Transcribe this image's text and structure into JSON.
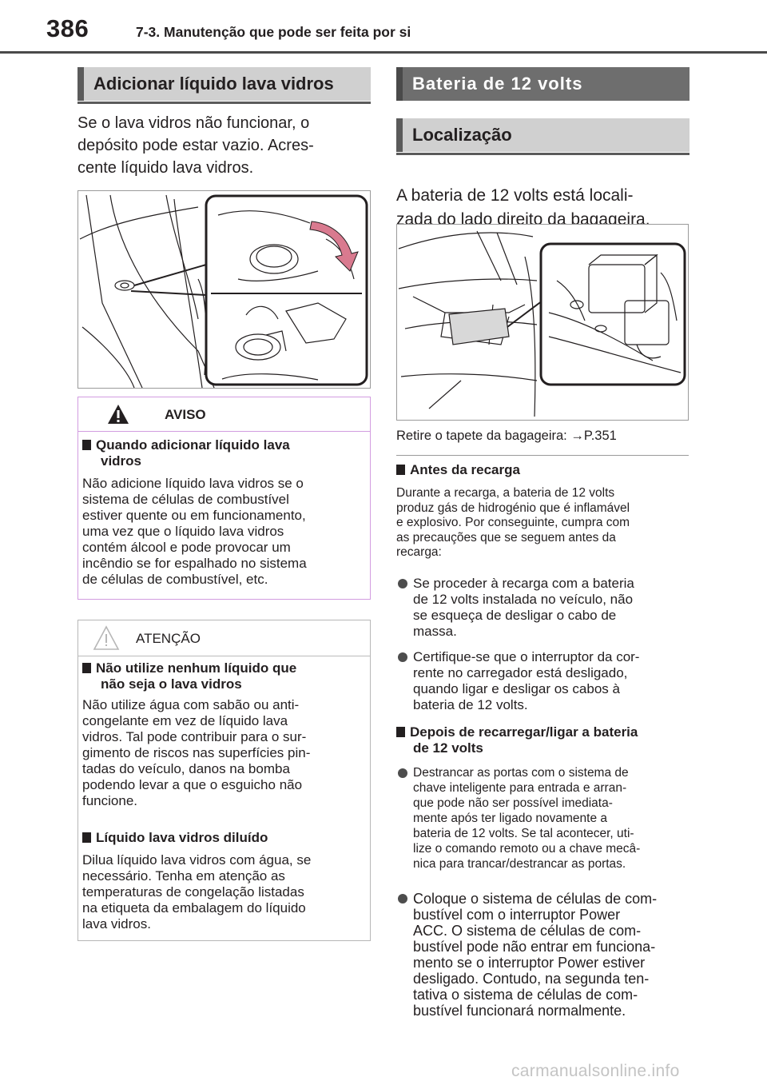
{
  "header": {
    "page_number": "386",
    "chapter_title": "7-3. Manutenção que pode ser feita por si"
  },
  "left": {
    "section_title": "Adicionar líquido lava vidros",
    "intro_lines": [
      "Se o lava vidros não funcionar, o",
      "depósito pode estar vazio. Acres-",
      "cente líquido lava vidros."
    ],
    "warning": {
      "title": "AVISO",
      "subtitle_lines": [
        "Quando adicionar líquido lava",
        "vidros"
      ],
      "text_lines": [
        "Não adicione líquido lava vidros se o",
        "sistema de células de combustível",
        "estiver quente ou em funcionamento,",
        "uma vez que o líquido lava vidros",
        "contém álcool e pode provocar um",
        "incêndio se for espalhado no sistema",
        "de células de combustível, etc."
      ]
    },
    "caution": {
      "title": "ATENÇÃO",
      "items": [
        {
          "subtitle_lines": [
            "Não utilize nenhum líquido que",
            "não seja o lava vidros"
          ],
          "text_lines": [
            "Não utilize água com sabão ou anti-",
            "congelante em vez de líquido lava",
            "vidros. Tal pode contribuir para o sur-",
            "gimento de riscos nas superfícies pin-",
            "tadas do veículo, danos na bomba",
            "podendo levar a que o esguicho não",
            "funcione."
          ]
        },
        {
          "subtitle_lines": [
            "Líquido lava vidros diluído"
          ],
          "text_lines": [
            "Dilua líquido lava vidros com água, se",
            "necessário. Tenha em atenção as",
            "temperaturas de congelação listadas",
            "na etiqueta da embalagem do líquido",
            "lava vidros."
          ]
        }
      ]
    }
  },
  "right": {
    "section_title": "Bateria de 12 volts",
    "subsection_title": "Localização",
    "intro_lines": [
      "A bateria de 12 volts está locali-",
      "zada do lado direito da bagageira."
    ],
    "figure_caption": "Retire o tapete da bagageira: →P.351",
    "before_charge": {
      "heading": "Antes da recarga",
      "text_lines": [
        "Durante a recarga, a bateria de 12 volts",
        "produz gás de hidrogénio que é inflamável",
        "e explosivo. Por conseguinte, cumpra com",
        "as precauções que se seguem antes da",
        "recarga:"
      ],
      "bullets": [
        [
          "Se proceder à recarga com a bateria",
          "de 12 volts instalada no veículo, não",
          "se esqueça de desligar o cabo de",
          "massa."
        ],
        [
          "Certifique-se que o interruptor da cor-",
          "rente no carregador está desligado,",
          "quando ligar e desligar os cabos à",
          "bateria de 12 volts."
        ]
      ]
    },
    "after_charge": {
      "heading_lines": [
        "Depois de recarregar/ligar a bateria",
        "de 12 volts"
      ],
      "bullet_small": [
        "Destrancar as portas com o sistema de",
        "chave inteligente para entrada e arran-",
        "que pode não ser possível imediata-",
        "mente após ter ligado novamente a",
        "bateria de 12 volts. Se tal acontecer, uti-",
        "lize o comando remoto ou a chave mecâ-",
        "nica para trancar/destrancar as portas."
      ],
      "bullet_large": [
        "Coloque o sistema de células de com-",
        "bustível com o interruptor Power",
        "ACC. O sistema de células de com-",
        "bustível pode não entrar em funciona-",
        "mento se o interruptor Power estiver",
        "desligado. Contudo, na segunda ten-",
        "tativa o sistema de células de com-",
        "bustível funcionará normalmente."
      ]
    }
  },
  "footer": {
    "watermark": "carmanualsonline.info"
  }
}
